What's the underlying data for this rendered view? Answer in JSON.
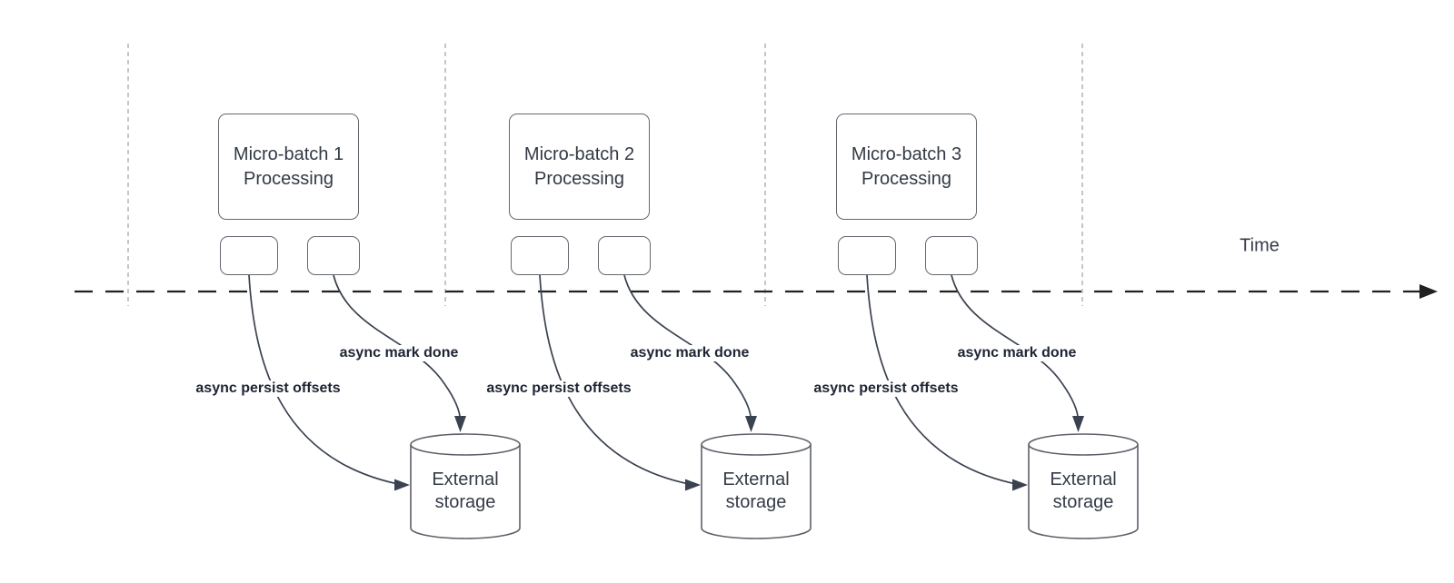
{
  "time_axis": {
    "label": "Time"
  },
  "batches": [
    {
      "process_line1": "Micro-batch 1",
      "process_line2": "Processing",
      "persist_label": "async persist offsets",
      "mark_done_label": "async mark done",
      "storage_line1": "External",
      "storage_line2": "storage"
    },
    {
      "process_line1": "Micro-batch 2",
      "process_line2": "Processing",
      "persist_label": "async persist offsets",
      "mark_done_label": "async mark done",
      "storage_line1": "External",
      "storage_line2": "storage"
    },
    {
      "process_line1": "Micro-batch 3",
      "process_line2": "Processing",
      "persist_label": "async persist offsets",
      "mark_done_label": "async mark done",
      "storage_line1": "External",
      "storage_line2": "storage"
    }
  ],
  "colors": {
    "background": "#ffffff",
    "guide_stroke": "#b1b3b6",
    "axis_stroke": "#212121",
    "arrow_stroke": "#3a414f",
    "shape_border": "#5c6169",
    "box_text": "#333a45",
    "label_text": "#1d2433"
  }
}
